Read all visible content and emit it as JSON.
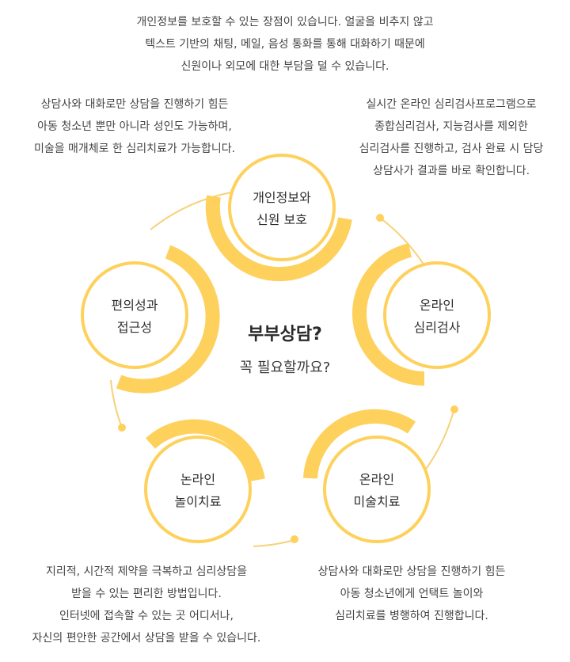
{
  "colors": {
    "accent": "#FDD15C",
    "connector": "#F5D27A",
    "text": "#333333"
  },
  "top_description": [
    "개인정보를 보호할 수 있는 장점이 있습니다. 얼굴을 비추지 않고",
    "텍스트 기반의 채팅, 메일, 음성 통화를 통해 대화하기 때문에",
    "신원이나 외모에 대한 부담을 덜 수 있습니다."
  ],
  "left_description": [
    "상담사와 대화로만 상담을 진행하기 힘든",
    "아동 청소년 뿐만 아니라 성인도 가능하며,",
    "미술을 매개체로 한 심리치료가 가능합니다."
  ],
  "right_description": [
    "실시간 온라인 심리검사프로그램으로",
    "종합심리검사, 지능검사를 제외한",
    "심리검사를 진행하고, 검사 완료 시 담당",
    "상담사가 결과를 바로 확인합니다."
  ],
  "bottom_left_description": [
    "지리적, 시간적 제약을 극복하고 심리상담을",
    "받을 수 있는 편리한 방법입니다.",
    "인터넷에 접속할 수 있는 곳 어디서나,",
    "자신의 편안한 공간에서 상담을 받을 수 있습니다."
  ],
  "bottom_right_description": [
    "상담사와 대화로만 상담을 진행하기 힘든",
    "아동 청소년에게 언택트 놀이와",
    "심리치료를 병행하여 진행합니다."
  ],
  "center": {
    "title": "부부상담?",
    "subtitle": "꼭 필요할까요?"
  },
  "nodes": {
    "privacy": {
      "line1": "개인정보와",
      "line2": "신원 보호"
    },
    "test": {
      "line1": "온라인",
      "line2": "심리검사"
    },
    "art": {
      "line1": "온라인",
      "line2": "미술치료"
    },
    "play": {
      "line1": "논라인",
      "line2": "놀이치료"
    },
    "convenience": {
      "line1": "편의성과",
      "line2": "접근성"
    }
  }
}
